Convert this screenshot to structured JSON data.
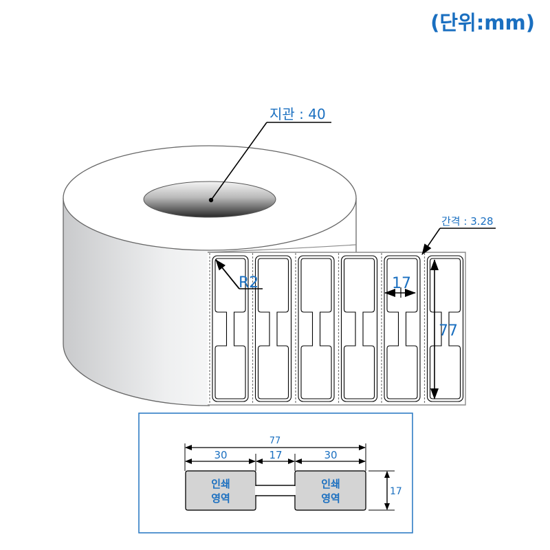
{
  "unit_label": "(단위:mm)",
  "roll": {
    "core_label": "지관 : 40",
    "gap_label": "간격 : 3.28",
    "radius_label": "R2",
    "width_label": "17",
    "length_label": "77",
    "label_count_visible": 6
  },
  "detail": {
    "total_length": "77",
    "left_width": "30",
    "middle_width": "17",
    "right_width": "30",
    "height": "17",
    "print_area_line1": "인쇄",
    "print_area_line2": "영역"
  },
  "colors": {
    "accent": "#1a6fc0",
    "frame": "#2f7cc4",
    "print_area_fill": "#d4d4d4",
    "line": "#000000"
  }
}
